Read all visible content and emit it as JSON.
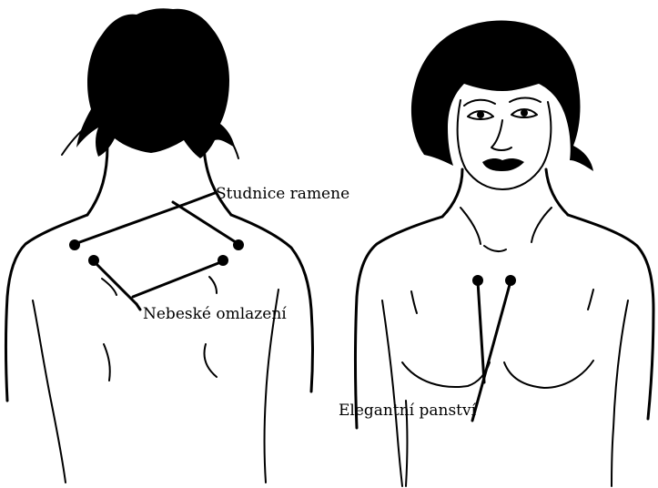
{
  "figures": [
    {
      "view": "back"
    },
    {
      "view": "front"
    }
  ],
  "annotations": {
    "studnice": {
      "label": "Studnice ramene"
    },
    "nebeske": {
      "label": "Nebeské omlazení"
    },
    "elegantni": {
      "label": "Elegantní panství"
    }
  },
  "colors": {
    "ink": "#000000",
    "background": "#ffffff"
  }
}
